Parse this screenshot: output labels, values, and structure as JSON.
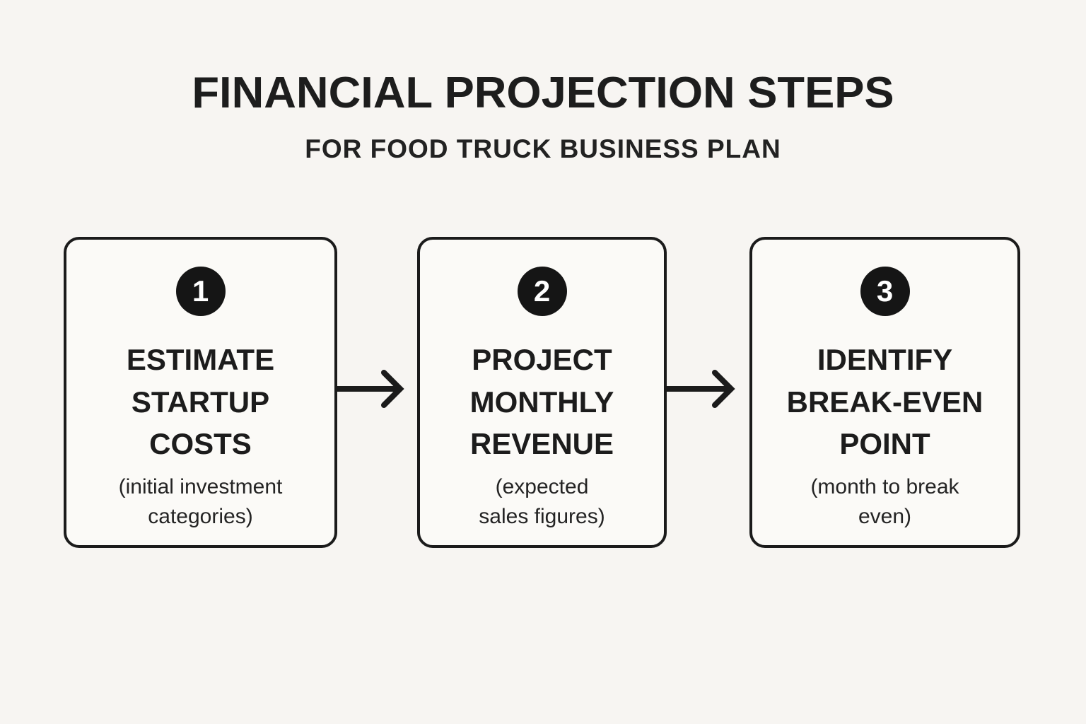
{
  "header": {
    "title": "FINANCIAL PROJECTION STEPS",
    "subtitle": "FOR FOOD TRUCK BUSINESS PLAN"
  },
  "steps": [
    {
      "number": "1",
      "label_lines": [
        "ESTIMATE",
        "STARTUP",
        "COSTS"
      ],
      "note_lines": [
        "(initial investment",
        "categories)"
      ]
    },
    {
      "number": "2",
      "label_lines": [
        "PROJECT",
        "MONTHLY",
        "REVENUE"
      ],
      "note_lines": [
        "(expected",
        "sales figures)"
      ]
    },
    {
      "number": "3",
      "label_lines": [
        "IDENTIFY",
        "BREAK-EVEN",
        "POINT"
      ],
      "note_lines": [
        "(month to break",
        "even)"
      ]
    }
  ],
  "icons": {
    "arrow": "arrow-right"
  },
  "colors": {
    "background": "#f7f5f2",
    "card_fill": "#fbfaf7",
    "ink": "#1b1b1b",
    "badge_fill": "#151515",
    "badge_text": "#ffffff"
  }
}
